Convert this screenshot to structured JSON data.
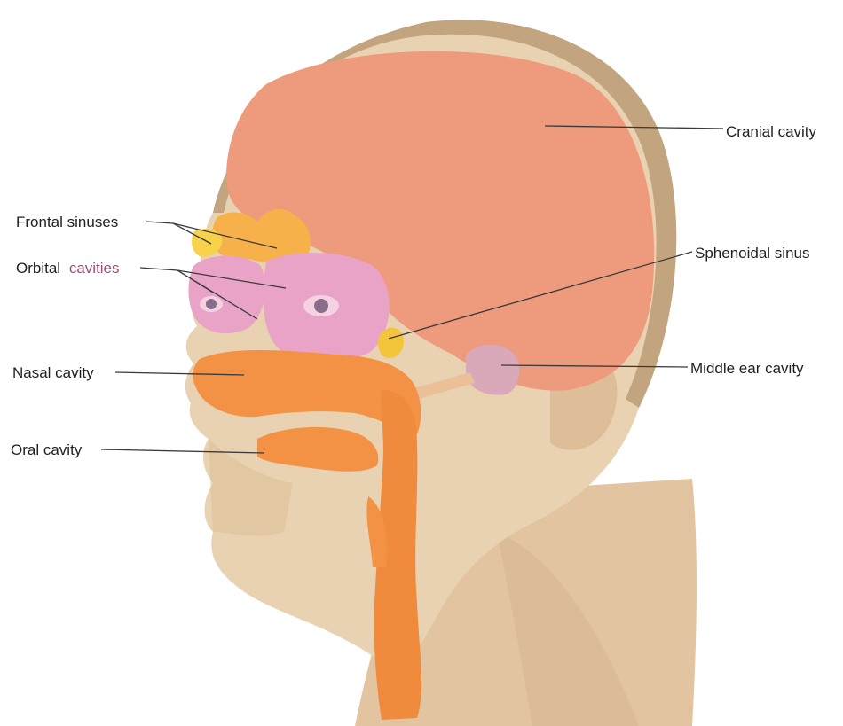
{
  "labels": {
    "cranial_cavity": "Cranial cavity",
    "frontal_sinuses": "Frontal sinuses",
    "orbital_cavities_1": "Orbital",
    "orbital_cavities_2": "cavities",
    "sphenoidal_sinus": "Sphenoidal sinus",
    "nasal_cavity": "Nasal cavity",
    "middle_ear_cavity": "Middle ear cavity",
    "oral_cavity": "Oral cavity"
  },
  "colors": {
    "background": "#ffffff",
    "skin": "#e9d2b2",
    "skin_shadow": "#d2b48f",
    "skull_rim": "#b59b78",
    "cranial_cavity": "#ee9a7c",
    "frontal_sinus": "#f6b14a",
    "frontal_sinus_highlight": "#f7d24a",
    "orbital_cavity": "#e9a3c7",
    "sphenoidal_sinus": "#f4c53a",
    "nasal_oral_cavity": "#f39244",
    "middle_ear": "#d9a9b9",
    "label_text": "#231f20",
    "orbital_label_accent": "#a04e7a"
  }
}
